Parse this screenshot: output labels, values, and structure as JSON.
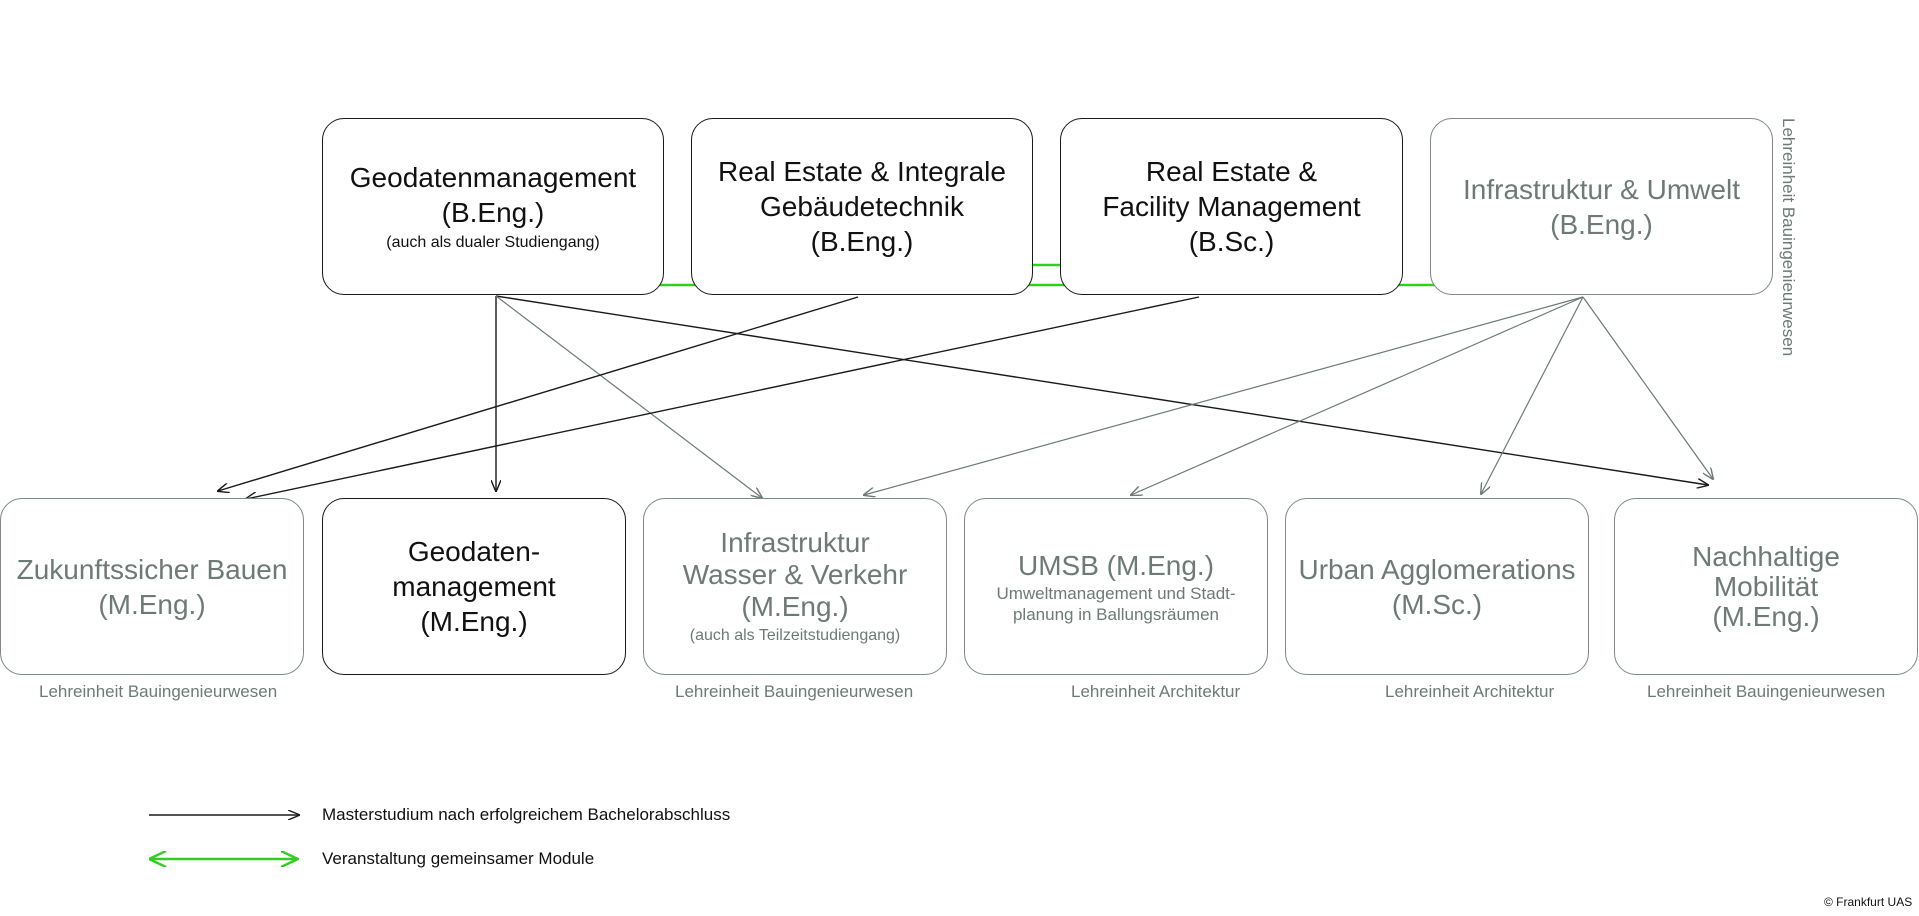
{
  "bachelor": {
    "geodaten": {
      "title": "Geodatenmanagement",
      "degree": "(B.Eng.)",
      "note": "(auch als dualer Studiengang)"
    },
    "real_estate_integrale": {
      "line1": "Real Estate & Integrale",
      "line2": "Gebäudetechnik",
      "degree": "(B.Eng.)"
    },
    "real_estate_facility": {
      "line1": "Real Estate &",
      "line2": "Facility Management",
      "degree": "(B.Sc.)"
    },
    "infrastruktur_umwelt": {
      "title": "Infrastruktur & Umwelt",
      "degree": "(B.Eng.)"
    }
  },
  "master": {
    "zukunftssicher": {
      "title": "Zukunftssicher Bauen",
      "degree": "(M.Eng.)"
    },
    "geodaten": {
      "line1": "Geodaten-",
      "line2": "management",
      "degree": "(M.Eng.)"
    },
    "infrastruktur_wasser": {
      "line1": "Infrastruktur",
      "line2": "Wasser & Verkehr",
      "degree": "(M.Eng.)",
      "note": "(auch als Teilzeitstudiengang)"
    },
    "umsb": {
      "title": "UMSB (M.Eng.)",
      "sub1": "Umweltmanagement und Stadt-",
      "sub2": "planung in Ballungsräumen"
    },
    "urban": {
      "title": "Urban Agglomerations",
      "degree": "(M.Sc.)"
    },
    "mobilitaet": {
      "line1": "Nachhaltige",
      "line2": "Mobilität",
      "degree": "(M.Eng.)"
    }
  },
  "units": {
    "bauingenieurwesen": "Lehreinheit Bauingenieurwesen",
    "architektur": "Lehreinheit Architektur"
  },
  "legend": {
    "master_arrow": "Masterstudium nach erfolgreichem Bachelorabschluss",
    "shared_modules": "Veranstaltung gemeinsamer Module"
  },
  "copyright": "© Frankfurt UAS",
  "colors": {
    "dark": "#1a1a1a",
    "grey": "#7d8a86",
    "green": "#33cc22"
  }
}
